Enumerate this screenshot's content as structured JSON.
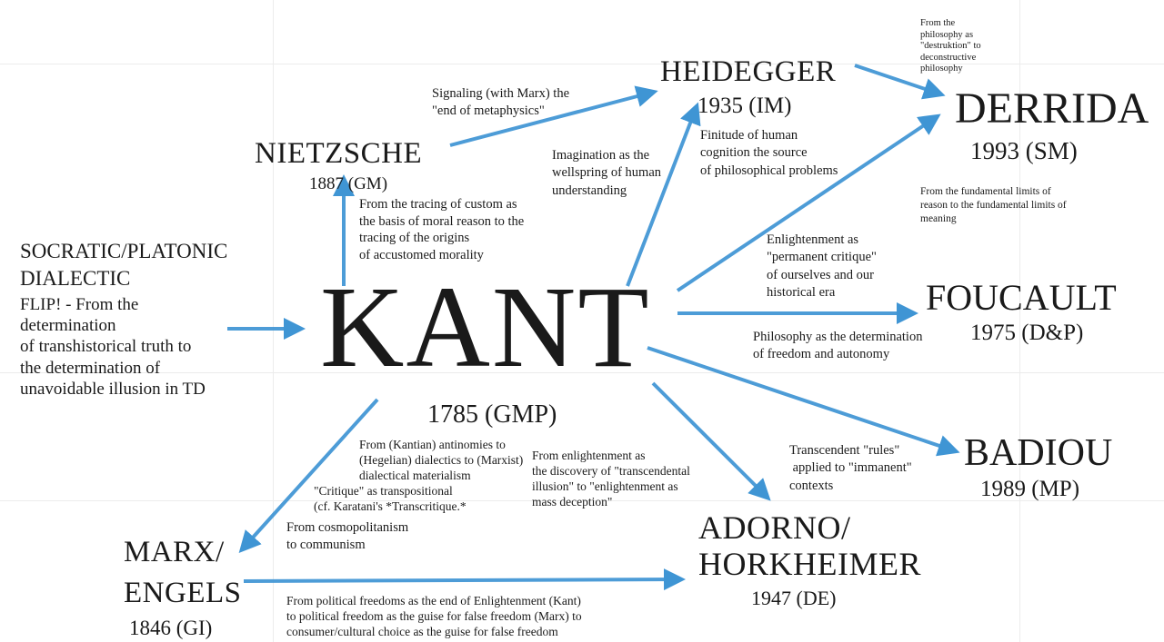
{
  "arrow_color": "#2b8ad0",
  "nodes": {
    "kant": {
      "name": "KANT",
      "date": "1785 (GMP)"
    },
    "nietzsche": {
      "name": "NIETZSCHE",
      "date": "1887 (GM)"
    },
    "heidegger": {
      "name": "HEIDEGGER",
      "date": "1935 (IM)"
    },
    "derrida": {
      "name": "DERRIDA",
      "date": "1993 (SM)"
    },
    "foucault": {
      "name": "FOUCAULT",
      "date": "1975 (D&P)"
    },
    "badiou": {
      "name": "BADIOU",
      "date": "1989 (MP)"
    },
    "adorno": {
      "name": "ADORNO/\nHORKHEIMER",
      "date": "1947 (DE)"
    },
    "marx": {
      "name": "MARX/\nENGELS",
      "date": "1846 (GI)"
    },
    "socratic": {
      "name": "SOCRATIC/PLATONIC\nDIALECTIC",
      "text": "FLIP! - From the\ndetermination\nof transhistorical truth to\nthe determination of\nunavoidable illusion in TD"
    }
  },
  "notes": {
    "nietzsche_heidegger": "Signaling (with Marx) the\n\"end of metaphysics\"",
    "kant_nietzsche": "From the tracing of custom as\nthe basis of moral reason to the\ntracing of the origins\nof accustomed morality",
    "kant_heidegger": "Imagination as the\nwellspring of human\nunderstanding",
    "heidegger_note": "Finitude of human\ncognition the source\nof philosophical problems",
    "heidegger_derrida": "From the\nphilosophy as\n\"destruktion\" to\ndeconstructive\nphilosophy",
    "kant_derrida": "From the fundamental limits of\nreason to the fundamental limits of\nmeaning",
    "foucault_1": "Enlightenment as\n\"permanent critique\"\nof ourselves and our\nhistorical era",
    "foucault_2": "Philosophy as the determination\nof freedom and autonomy",
    "badiou": "Transcendent \"rules\"\n applied to \"immanent\"\ncontexts",
    "adorno": "From enlightenment as\nthe discovery of \"transcendental\nillusion\" to \"enlightenment as\nmass deception\"",
    "marx_1": "From (Kantian) antinomies to\n(Hegelian) dialectics to (Marxist)\ndialectical materialism",
    "marx_2": "\"Critique\" as transpositional\n(cf. Karatani's *Transcritique.*",
    "marx_3": "From cosmopolitanism\nto communism",
    "marx_adorno": "From political freedoms as the end of Enlightenment (Kant)\nto political freedom as the guise for false freedom (Marx) to\nconsumer/cultural choice as the guise for false freedom"
  }
}
